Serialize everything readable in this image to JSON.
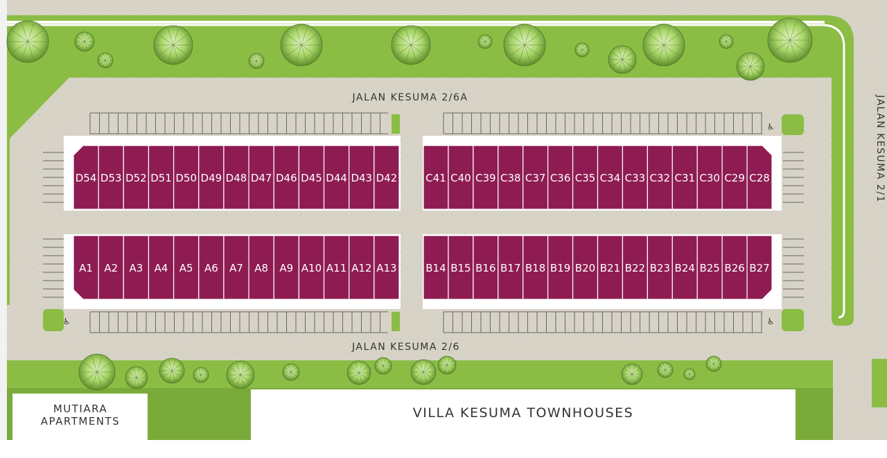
{
  "roads": {
    "north": "JALAN KESUMA 2/6A",
    "south": "JALAN KESUMA 2/6",
    "east": "JALAN KESUMA 2/1"
  },
  "buildings": {
    "apartments_line1": "MUTIARA",
    "apartments_line2": "APARTMENTS",
    "townhouses": "VILLA KESUMA TOWNHOUSES"
  },
  "blocks": {
    "D": [
      "D54",
      "D53",
      "D52",
      "D51",
      "D50",
      "D49",
      "D48",
      "D47",
      "D46",
      "D45",
      "D44",
      "D43",
      "D42"
    ],
    "C": [
      "C41",
      "C40",
      "C39",
      "C38",
      "C37",
      "C36",
      "C35",
      "C34",
      "C33",
      "C32",
      "C31",
      "C30",
      "C29",
      "C28"
    ],
    "A": [
      "A1",
      "A2",
      "A3",
      "A4",
      "A5",
      "A6",
      "A7",
      "A8",
      "A9",
      "A10",
      "A11",
      "A12",
      "A13"
    ],
    "B": [
      "B14",
      "B15",
      "B16",
      "B17",
      "B18",
      "B19",
      "B20",
      "B21",
      "B22",
      "B23",
      "B24",
      "B25",
      "B26",
      "B27"
    ]
  },
  "icons": {
    "parking": "wheelchair-icon",
    "tree": "tree-icon"
  },
  "colors": {
    "lot_fill": "#8e1c52",
    "lot_stroke": "#ffffff",
    "grass": "#8bbd45",
    "grass_dark": "#6e9d35",
    "pavement": "#d9d4c8",
    "road_line": "#555555"
  }
}
